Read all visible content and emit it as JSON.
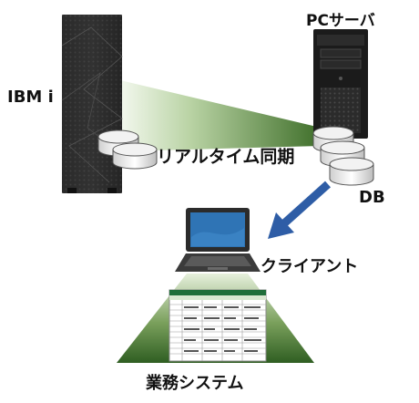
{
  "labels": {
    "ibm_i": "IBM i",
    "pc_server": "PCサーバ",
    "sync": "リアルタイム同期",
    "db": "DB",
    "client": "クライアント",
    "business_system": "業務システム"
  },
  "colors": {
    "green_dark": "#3f6f2a",
    "green_light": "#eef5e6",
    "arrow_blue": "#2e5da6",
    "server_dark": "#1c1c1c",
    "laptop_screen": "#2f74b5"
  },
  "icons": {
    "ibm_server": "rack-server-tower",
    "pc_server": "tower-server",
    "database": "disk-stack",
    "client": "laptop",
    "spreadsheet": "spreadsheet-window"
  }
}
